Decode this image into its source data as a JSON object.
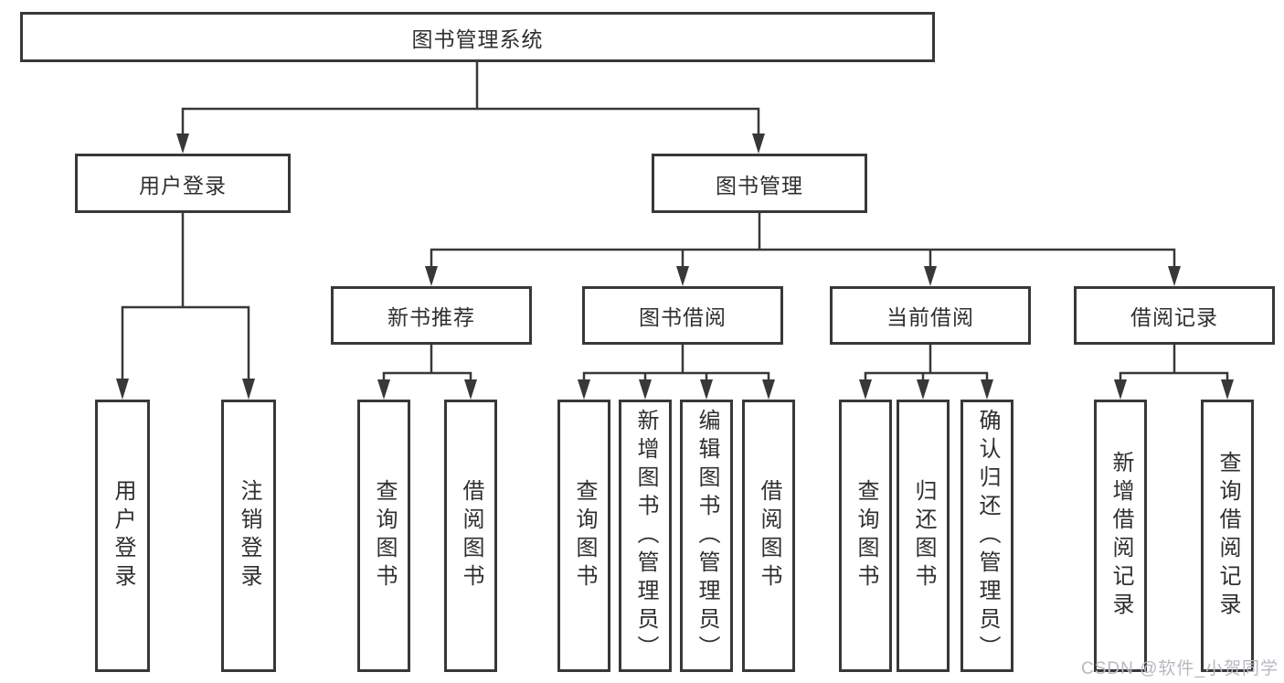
{
  "diagram": {
    "nodes": {
      "root": "图书管理系统",
      "user_login": "用户登录",
      "book_mgmt": "图书管理",
      "new_books": "新书推荐",
      "book_borrow": "图书借阅",
      "current_borrow": "当前借阅",
      "borrow_records": "借阅记录"
    },
    "leaves": {
      "user_login": [
        "用户登录",
        "注销登录"
      ],
      "new_books": [
        "查询图书",
        "借阅图书"
      ],
      "book_borrow": [
        "查询图书",
        "新增图书（管理员）",
        "编辑图书（管理员）",
        "借阅图书"
      ],
      "current_borrow": [
        "查询图书",
        "归还图书",
        "确认归还（管理员）"
      ],
      "borrow_records": [
        "新增借阅记录",
        "查询借阅记录"
      ]
    },
    "watermark": "CSDN @软件_小贺同学",
    "colors": {
      "line": "#383838",
      "box_border": "#383838",
      "box_bg": "#ffffff",
      "text": "#2f2f2f",
      "watermark": "#b8b8c0"
    }
  }
}
